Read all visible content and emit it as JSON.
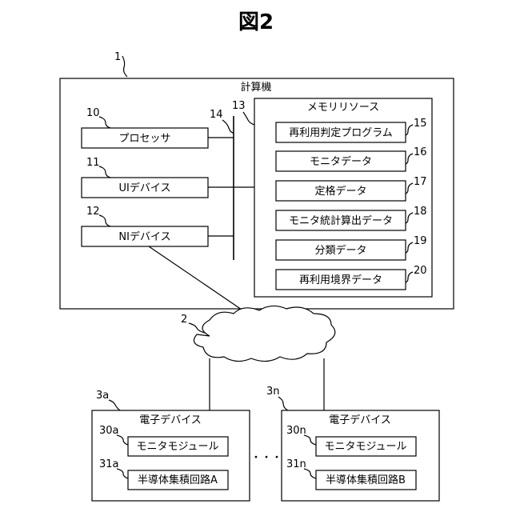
{
  "title": "図2",
  "computer": {
    "ref": "1",
    "label": "計算機"
  },
  "processor": {
    "ref": "10",
    "label": "プロセッサ"
  },
  "ui_device": {
    "ref": "11",
    "label": "UIデバイス"
  },
  "ni_device": {
    "ref": "12",
    "label": "NIデバイス"
  },
  "memory_resource": {
    "ref": "13",
    "label": "メモリリソース"
  },
  "bus": {
    "ref": "14"
  },
  "memory_items": [
    {
      "ref": "15",
      "label": "再利用判定プログラム"
    },
    {
      "ref": "16",
      "label": "モニタデータ"
    },
    {
      "ref": "17",
      "label": "定格データ"
    },
    {
      "ref": "18",
      "label": "モニタ統計算出データ"
    },
    {
      "ref": "19",
      "label": "分類データ"
    },
    {
      "ref": "20",
      "label": "再利用境界データ"
    }
  ],
  "network": {
    "ref": "2"
  },
  "device_a": {
    "ref": "3a",
    "label": "電子デバイス",
    "monitor": {
      "ref": "30a",
      "label": "モニタモジュール"
    },
    "chip": {
      "ref": "31a",
      "label": "半導体集積回路A"
    }
  },
  "device_n": {
    "ref": "3n",
    "label": "電子デバイス",
    "monitor": {
      "ref": "30n",
      "label": "モニタモジュール"
    },
    "chip": {
      "ref": "31n",
      "label": "半導体集積回路B"
    }
  },
  "ellipsis": "・・・"
}
